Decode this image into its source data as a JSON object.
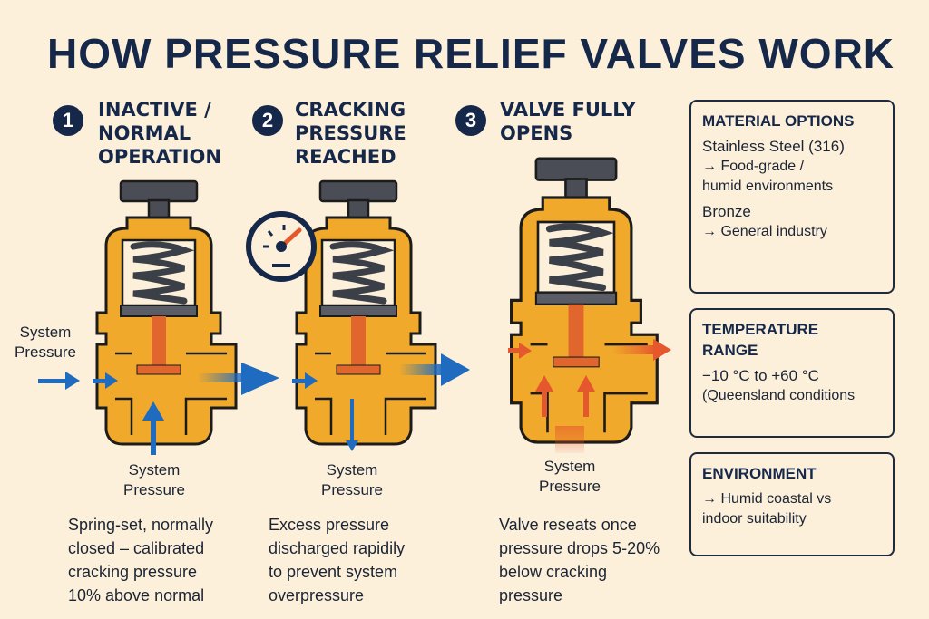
{
  "title": "HOW PRESSURE RELIEF VALVES WORK",
  "steps": [
    {
      "number": "1",
      "heading": "INACTIVE /\nNORMAL\nOPERATION",
      "side_label": "System\nPressure",
      "bottom_label": "System\nPressure",
      "description": "Spring-set, normally\nclosed – calibrated\ncracking pressure\n10% above normal"
    },
    {
      "number": "2",
      "heading": "CRACKING\nPRESSURE\nREACHED",
      "bottom_label": "System\nPressure",
      "description": "Excess pressure\ndischarged rapidily\nto prevent system\noverpressure"
    },
    {
      "number": "3",
      "heading": "VALVE FULLY\nOPENS",
      "bottom_label": "System\nPressure",
      "description": "Valve reseats once\npressure drops 5-20%\nbelow cracking\npressure"
    }
  ],
  "panels": {
    "materials": {
      "heading": "MATERIAL OPTIONS",
      "item1": "Stainless Steel (316)",
      "item1_detail": "→ Food-grade /\n    humid environments",
      "item2": "Bronze",
      "item2_detail": "→ General industry"
    },
    "temperature": {
      "heading": "TEMPERATURE\nRANGE",
      "range": "−10 °C to +60 °C",
      "note": "(Queensland conditions"
    },
    "environment": {
      "heading": "ENVIRONMENT",
      "detail": "→ Humid coastal vs\n    indoor suitability"
    }
  },
  "colors": {
    "background": "#fcf0da",
    "navy": "#16284a",
    "valve_body": "#f0a92a",
    "stem": "#e0662e",
    "arrow_blue": "#1e6bc0",
    "arrow_red": "#e5582e"
  }
}
